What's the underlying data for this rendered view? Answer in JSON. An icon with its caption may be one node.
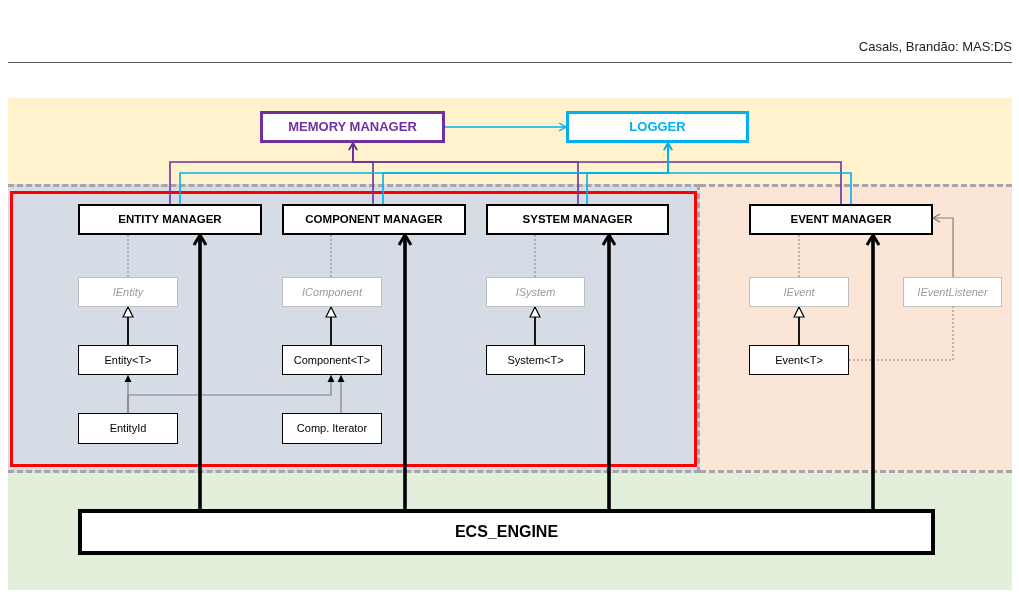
{
  "diagram": {
    "nodes": [
      {
        "text": [],
        "shape": "band"
      },
      {
        "text": [
          "MEMORY MANAGER"
        ],
        "in": 0
      },
      {
        "text": [
          "LOGGER"
        ],
        "in": 0
      },
      {
        "text": [],
        "shape": "band"
      },
      {
        "text": [],
        "shape": "box",
        "in": 3
      },
      {
        "text": [
          "ENTITY MANAGER"
        ],
        "in": 4
      },
      {
        "text": [
          "COMPONENT MANAGER"
        ],
        "in": 4
      },
      {
        "text": [
          "SYSTEM MANAGER"
        ],
        "in": 4
      },
      {
        "text": [
          "IEntity"
        ],
        "in": 4
      },
      {
        "text": [
          "IComponent"
        ],
        "in": 4
      },
      {
        "text": [
          "ISystem"
        ],
        "in": 4
      },
      {
        "text": [
          "Entity<T>"
        ],
        "in": 4
      },
      {
        "text": [
          "Component<T>"
        ],
        "in": 4
      },
      {
        "text": [
          "System<T>"
        ],
        "in": 4
      },
      {
        "text": [
          "EntityId"
        ],
        "in": 4
      },
      {
        "text": [
          "Comp. Iterator"
        ],
        "in": 4
      },
      {
        "text": [],
        "shape": "band"
      },
      {
        "text": [
          "EVENT MANAGER"
        ],
        "in": 16
      },
      {
        "text": [
          "IEvent"
        ],
        "in": 16
      },
      {
        "text": [
          "IEventListener"
        ],
        "in": 16
      },
      {
        "text": [
          "Event<T>"
        ],
        "in": 16
      },
      {
        "text": [],
        "shape": "band"
      },
      {
        "text": [
          "ECS_ENGINE"
        ],
        "in": 21
      }
    ],
    "edges": [
      {
        "from": 1,
        "to": 2,
        "arrow": "to",
        "color": "#00b0f0"
      },
      {
        "from": 5,
        "to": 1,
        "arrow": "to",
        "color": "#7030a0"
      },
      {
        "from": 6,
        "to": 1,
        "arrow": "to",
        "color": "#7030a0"
      },
      {
        "from": 7,
        "to": 1,
        "arrow": "to",
        "color": "#7030a0"
      },
      {
        "from": 17,
        "to": 1,
        "arrow": "to",
        "color": "#7030a0"
      },
      {
        "from": 5,
        "to": 2,
        "arrow": "to",
        "color": "#00b0f0"
      },
      {
        "from": 6,
        "to": 2,
        "arrow": "to",
        "color": "#00b0f0"
      },
      {
        "from": 7,
        "to": 2,
        "arrow": "to",
        "color": "#00b0f0"
      },
      {
        "from": 17,
        "to": 2,
        "arrow": "to",
        "color": "#00b0f0"
      },
      {
        "from": 5,
        "to": 8,
        "arrow": "none",
        "style": "dashed"
      },
      {
        "from": 6,
        "to": 9,
        "arrow": "none",
        "style": "dashed"
      },
      {
        "from": 7,
        "to": 10,
        "arrow": "none",
        "style": "dashed"
      },
      {
        "from": 17,
        "to": 18,
        "arrow": "none",
        "style": "dashed"
      },
      {
        "from": 11,
        "to": 8,
        "arrow": "to",
        "color": "#000000"
      },
      {
        "from": 12,
        "to": 9,
        "arrow": "to",
        "color": "#000000"
      },
      {
        "from": 13,
        "to": 10,
        "arrow": "to",
        "color": "#000000"
      },
      {
        "from": 20,
        "to": 18,
        "arrow": "to",
        "color": "#000000"
      },
      {
        "from": 14,
        "to": 11,
        "arrow": "to"
      },
      {
        "from": 14,
        "to": 12,
        "arrow": "to"
      },
      {
        "from": 15,
        "to": 12,
        "arrow": "to"
      },
      {
        "from": 20,
        "to": 19,
        "arrow": "none",
        "style": "dashed"
      },
      {
        "from": 19,
        "to": 17,
        "arrow": "to"
      },
      {
        "from": 22,
        "to": 5,
        "arrow": "to",
        "style": "thick",
        "color": "#000000"
      },
      {
        "from": 22,
        "to": 6,
        "arrow": "to",
        "style": "thick",
        "color": "#000000"
      },
      {
        "from": 22,
        "to": 7,
        "arrow": "to",
        "style": "thick",
        "color": "#000000"
      },
      {
        "from": 22,
        "to": 17,
        "arrow": "to",
        "style": "thick",
        "color": "#000000"
      }
    ],
    "labels": [
      "Casals, Brandão: MAS:DS"
    ]
  }
}
